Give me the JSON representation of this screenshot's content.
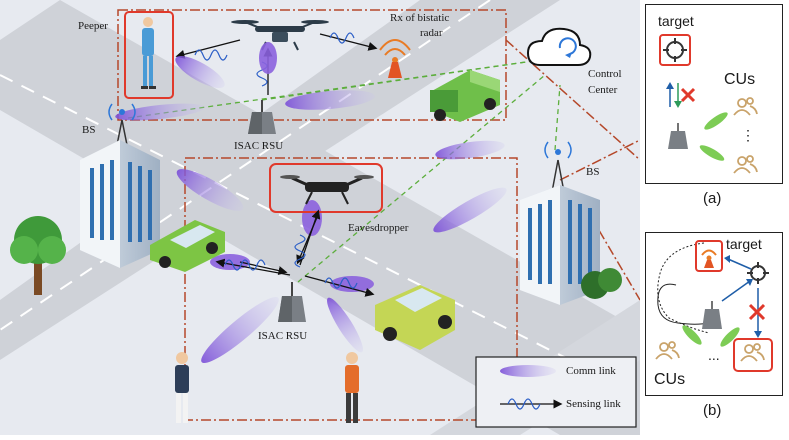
{
  "scene": {
    "labels": {
      "peeper": "Peeper",
      "rx_bistatic_line1": "Rx of bistatic",
      "rx_bistatic_line2": "radar",
      "control_center_line1": "Control",
      "control_center_line2": "Center",
      "bs_left": "BS",
      "bs_right": "BS",
      "isac_rsu_top": "ISAC RSU",
      "isac_rsu_bottom": "ISAC RSU",
      "eavesdropper": "Eavesdropper"
    },
    "legend": {
      "comm_link": "Comm link",
      "sensing_link": "Sensing link"
    }
  },
  "panel_a": {
    "target": "target",
    "cus": "CUs",
    "dots": "⋮",
    "caption": "(a)"
  },
  "panel_b": {
    "target": "target",
    "cus": "CUs",
    "dots": "...",
    "caption": "(b)"
  },
  "colors": {
    "road": "#d0d3d8",
    "ground": "#e9ecf1",
    "highlight": "#e0392b",
    "boundary": "#b5482a",
    "beam": "#8a6fd6",
    "dashed_link": "#5cae3c"
  }
}
